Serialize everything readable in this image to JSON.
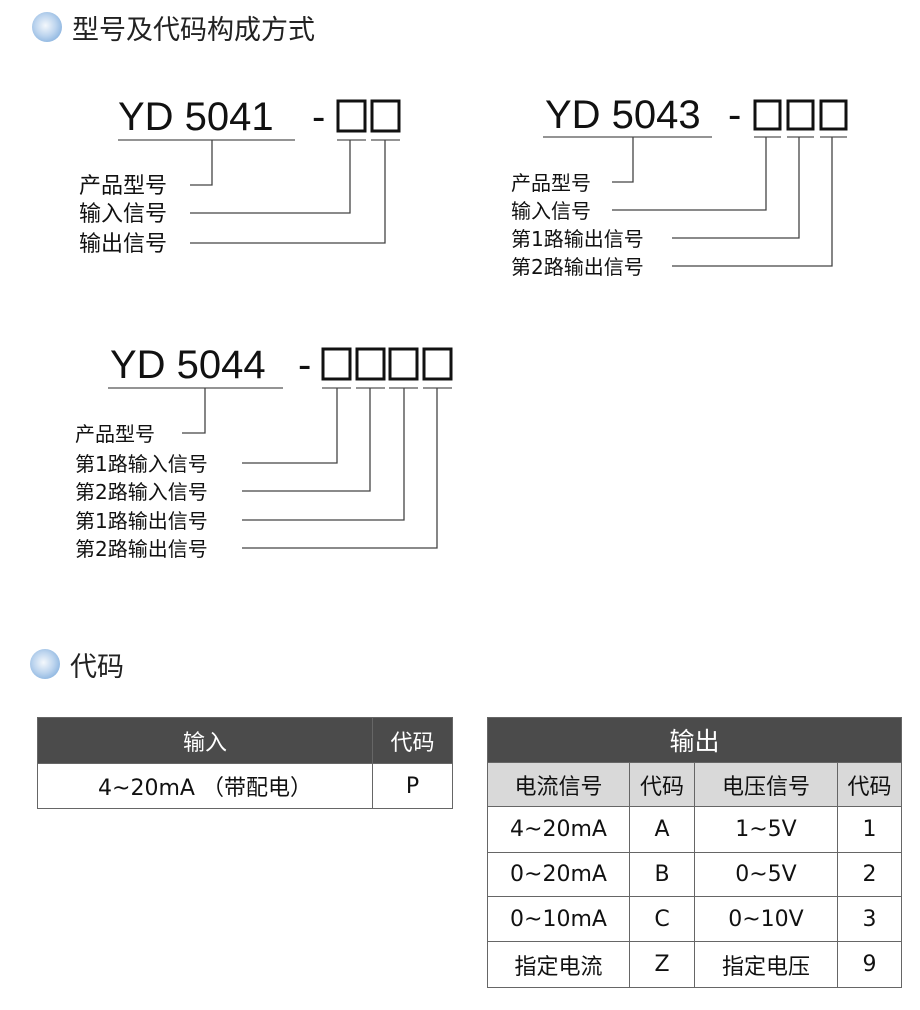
{
  "section1": {
    "title": "型号及代码构成方式"
  },
  "diagrams": [
    {
      "model": "YD 5041",
      "dash": "-",
      "labels": [
        "产品型号",
        "输入信号",
        "输出信号"
      ]
    },
    {
      "model": "YD 5043",
      "dash": "-",
      "labels": [
        "产品型号",
        "输入信号",
        "第1路输出信号",
        "第2路输出信号"
      ]
    },
    {
      "model": "YD 5044",
      "dash": "-",
      "labels": [
        "产品型号",
        "第1路输入信号",
        "第2路输入信号",
        "第1路输出信号",
        "第2路输出信号"
      ]
    }
  ],
  "section2": {
    "title": "代码"
  },
  "input_table": {
    "headers": [
      "输入",
      "代码"
    ],
    "rows": [
      [
        "4~20mA （带配电）",
        "P"
      ]
    ]
  },
  "output_table": {
    "title": "输出",
    "headers": [
      "电流信号",
      "代码",
      "电压信号",
      "代码"
    ],
    "rows": [
      [
        "4~20mA",
        "A",
        "1~5V",
        "1"
      ],
      [
        "0~20mA",
        "B",
        "0~5V",
        "2"
      ],
      [
        "0~10mA",
        "C",
        "0~10V",
        "3"
      ],
      [
        "指定电流",
        "Z",
        "指定电压",
        "9"
      ]
    ]
  }
}
